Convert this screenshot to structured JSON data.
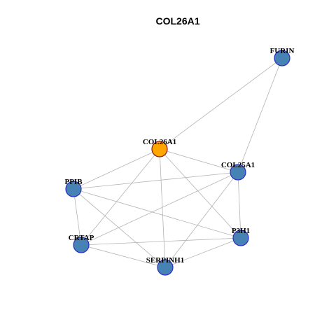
{
  "title": "COL26A1",
  "colors": {
    "center_node_fill": "#FFA500",
    "center_node_stroke": "#8B1A1A",
    "node_fill": "#4682B4",
    "node_stroke": "#2C2CC8",
    "edge": "#B3B3B3"
  },
  "nodes": [
    {
      "id": "COL26A1",
      "label": "COL26A1",
      "role": "center"
    },
    {
      "id": "FURIN",
      "label": "FURIN",
      "role": "neighbor"
    },
    {
      "id": "COL25A1",
      "label": "COL25A1",
      "role": "neighbor"
    },
    {
      "id": "PPIB",
      "label": "PPIB",
      "role": "neighbor"
    },
    {
      "id": "CRTAP",
      "label": "CRTAP",
      "role": "neighbor"
    },
    {
      "id": "P3H1",
      "label": "P3H1",
      "role": "neighbor"
    },
    {
      "id": "SERPINH1",
      "label": "SERPINH1",
      "role": "neighbor"
    }
  ],
  "edges": [
    [
      "COL26A1",
      "FURIN"
    ],
    [
      "FURIN",
      "COL25A1"
    ],
    [
      "COL26A1",
      "COL25A1"
    ],
    [
      "COL26A1",
      "PPIB"
    ],
    [
      "COL26A1",
      "CRTAP"
    ],
    [
      "COL26A1",
      "SERPINH1"
    ],
    [
      "COL26A1",
      "P3H1"
    ],
    [
      "PPIB",
      "COL25A1"
    ],
    [
      "PPIB",
      "CRTAP"
    ],
    [
      "PPIB",
      "SERPINH1"
    ],
    [
      "PPIB",
      "P3H1"
    ],
    [
      "COL25A1",
      "CRTAP"
    ],
    [
      "COL25A1",
      "SERPINH1"
    ],
    [
      "COL25A1",
      "P3H1"
    ],
    [
      "CRTAP",
      "SERPINH1"
    ],
    [
      "CRTAP",
      "P3H1"
    ],
    [
      "SERPINH1",
      "P3H1"
    ]
  ]
}
